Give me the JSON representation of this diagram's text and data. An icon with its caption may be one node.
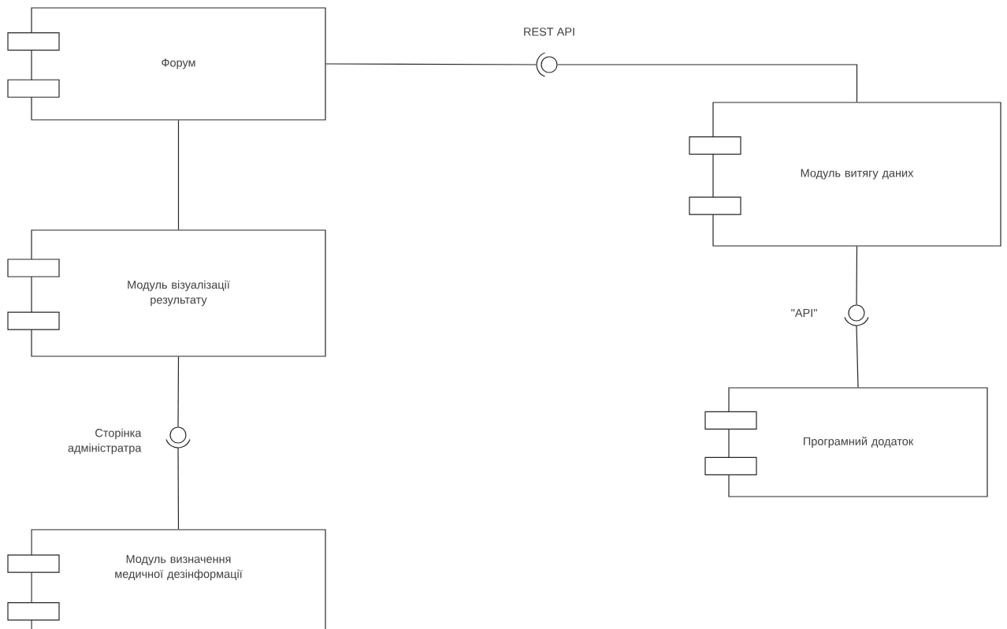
{
  "diagram": {
    "nodes": [
      {
        "text": [
          "Форум"
        ]
      },
      {
        "text": [
          "REST API"
        ]
      },
      {
        "text": [
          "Модуль витягу даних"
        ]
      },
      {
        "text": [
          "Модуль візуалізації результату"
        ]
      },
      {
        "text": [
          "\"API\""
        ]
      },
      {
        "text": [
          "Програмний додаток"
        ]
      },
      {
        "text": [
          "Сторінка адміністратра"
        ]
      },
      {
        "text": [
          "Модуль визначення медичної дезінформації"
        ]
      }
    ],
    "edges": [
      {
        "from": 0,
        "to": 1,
        "arrow": "none"
      },
      {
        "from": 1,
        "to": 2,
        "arrow": "none"
      },
      {
        "from": 0,
        "to": 3,
        "arrow": "none"
      },
      {
        "from": 2,
        "to": 4,
        "arrow": "none"
      },
      {
        "from": 4,
        "to": 5,
        "arrow": "none"
      },
      {
        "from": 3,
        "to": 6,
        "arrow": "none"
      },
      {
        "from": 6,
        "to": 7,
        "arrow": "none"
      }
    ]
  }
}
